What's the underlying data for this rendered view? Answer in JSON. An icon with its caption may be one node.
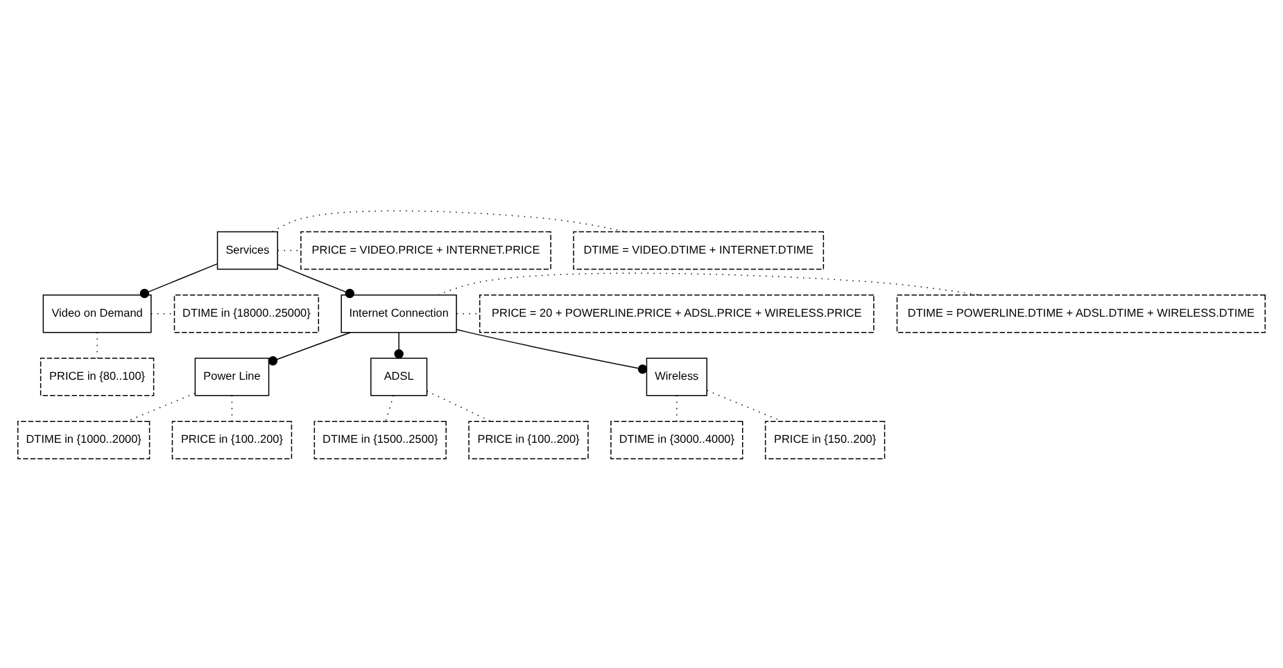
{
  "diagram": {
    "nodes": [
      {
        "text": [
          "Services"
        ]
      },
      {
        "text": [
          "Video on Demand"
        ]
      },
      {
        "text": [
          "Internet Connection"
        ]
      },
      {
        "text": [
          "Power Line"
        ]
      },
      {
        "text": [
          "ADSL"
        ]
      },
      {
        "text": [
          "Wireless"
        ]
      },
      {
        "text": [
          "DTIME = VIDEO.DTIME + INTERNET.DTIME"
        ]
      },
      {
        "text": [
          "PRICE = VIDEO.PRICE + INTERNET.PRICE"
        ]
      },
      {
        "text": [
          "DTIME in {18000..25000}"
        ]
      },
      {
        "text": [
          "PRICE in {80..100}"
        ]
      },
      {
        "text": [
          "DTIME = POWERLINE.DTIME + ADSL.DTIME + WIRELESS.DTIME"
        ]
      },
      {
        "text": [
          "PRICE = 20 + POWERLINE.PRICE + ADSL.PRICE + WIRELESS.PRICE"
        ]
      },
      {
        "text": [
          "DTIME in {1000..2000}"
        ]
      },
      {
        "text": [
          "PRICE in {100..200}"
        ]
      },
      {
        "text": [
          "DTIME in {1500..2500}"
        ]
      },
      {
        "text": [
          "PRICE in {100..200}"
        ]
      },
      {
        "text": [
          "DTIME in {3000..4000}"
        ]
      },
      {
        "text": [
          "PRICE in {150..200}"
        ]
      }
    ],
    "edges": [
      {
        "from": 0,
        "to": 1,
        "arrow": "other"
      },
      {
        "from": 0,
        "to": 2,
        "arrow": "other"
      },
      {
        "from": 2,
        "to": 3,
        "arrow": "other"
      },
      {
        "from": 2,
        "to": 4,
        "arrow": "other"
      },
      {
        "from": 2,
        "to": 5,
        "arrow": "other"
      },
      {
        "from": 0,
        "to": 6,
        "arrow": "none",
        "style": "dashed"
      },
      {
        "from": 0,
        "to": 7,
        "arrow": "none",
        "style": "dashed"
      },
      {
        "from": 1,
        "to": 8,
        "arrow": "none",
        "style": "dashed"
      },
      {
        "from": 1,
        "to": 9,
        "arrow": "none",
        "style": "dashed"
      },
      {
        "from": 2,
        "to": 10,
        "arrow": "none",
        "style": "dashed"
      },
      {
        "from": 2,
        "to": 11,
        "arrow": "none",
        "style": "dashed"
      },
      {
        "from": 3,
        "to": 12,
        "arrow": "none",
        "style": "dashed"
      },
      {
        "from": 3,
        "to": 13,
        "arrow": "none",
        "style": "dashed"
      },
      {
        "from": 4,
        "to": 14,
        "arrow": "none",
        "style": "dashed"
      },
      {
        "from": 4,
        "to": 15,
        "arrow": "none",
        "style": "dashed"
      },
      {
        "from": 5,
        "to": 16,
        "arrow": "none",
        "style": "dashed"
      },
      {
        "from": 5,
        "to": 17,
        "arrow": "none",
        "style": "dashed"
      }
    ]
  }
}
